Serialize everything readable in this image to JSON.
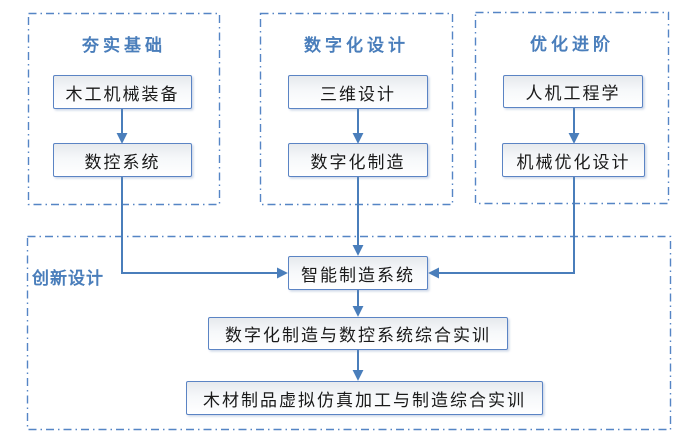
{
  "colors": {
    "accent_blue": "#4a7ebb",
    "dash_border_blue": "#5585c5",
    "node_border_blue": "#5b84c4",
    "node_fill_top": "#e6e9ed",
    "node_text": "#1a1a1a"
  },
  "groups": [
    {
      "title": "夯实基础",
      "nodes": [
        "木工机械装备",
        "数控系统"
      ]
    },
    {
      "title": "数字化设计",
      "nodes": [
        "三维设计",
        "数字化制造"
      ]
    },
    {
      "title": "优化进阶",
      "nodes": [
        "人机工程学",
        "机械优化设计"
      ]
    },
    {
      "title": "创新设计",
      "nodes": [
        "智能制造系统",
        "数字化制造与数控系统综合实训",
        "木材制品虚拟仿真加工与制造综合实训"
      ]
    }
  ],
  "edges": [
    {
      "from": "木工机械装备",
      "to": "数控系统"
    },
    {
      "from": "三维设计",
      "to": "数字化制造"
    },
    {
      "from": "人机工程学",
      "to": "机械优化设计"
    },
    {
      "from": "数控系统",
      "to": "智能制造系统"
    },
    {
      "from": "数字化制造",
      "to": "智能制造系统"
    },
    {
      "from": "机械优化设计",
      "to": "智能制造系统"
    },
    {
      "from": "智能制造系统",
      "to": "数字化制造与数控系统综合实训"
    },
    {
      "from": "数字化制造与数控系统综合实训",
      "to": "木材制品虚拟仿真加工与制造综合实训"
    }
  ]
}
